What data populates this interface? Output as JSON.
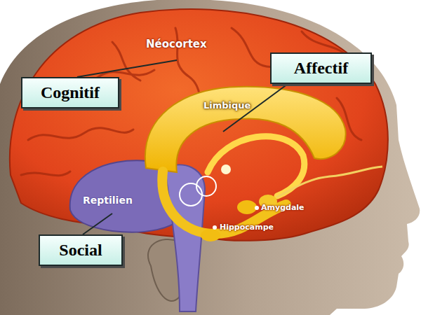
{
  "diagram": {
    "nodes": [
      {
        "text": [
          "Affectif"
        ]
      },
      {
        "text": [
          "Cognitif"
        ]
      },
      {
        "text": [
          "Social"
        ]
      }
    ],
    "labels": [
      "Néocortex",
      "Limbique",
      "Reptilien",
      "Amygdale",
      "Hippocampe"
    ]
  }
}
